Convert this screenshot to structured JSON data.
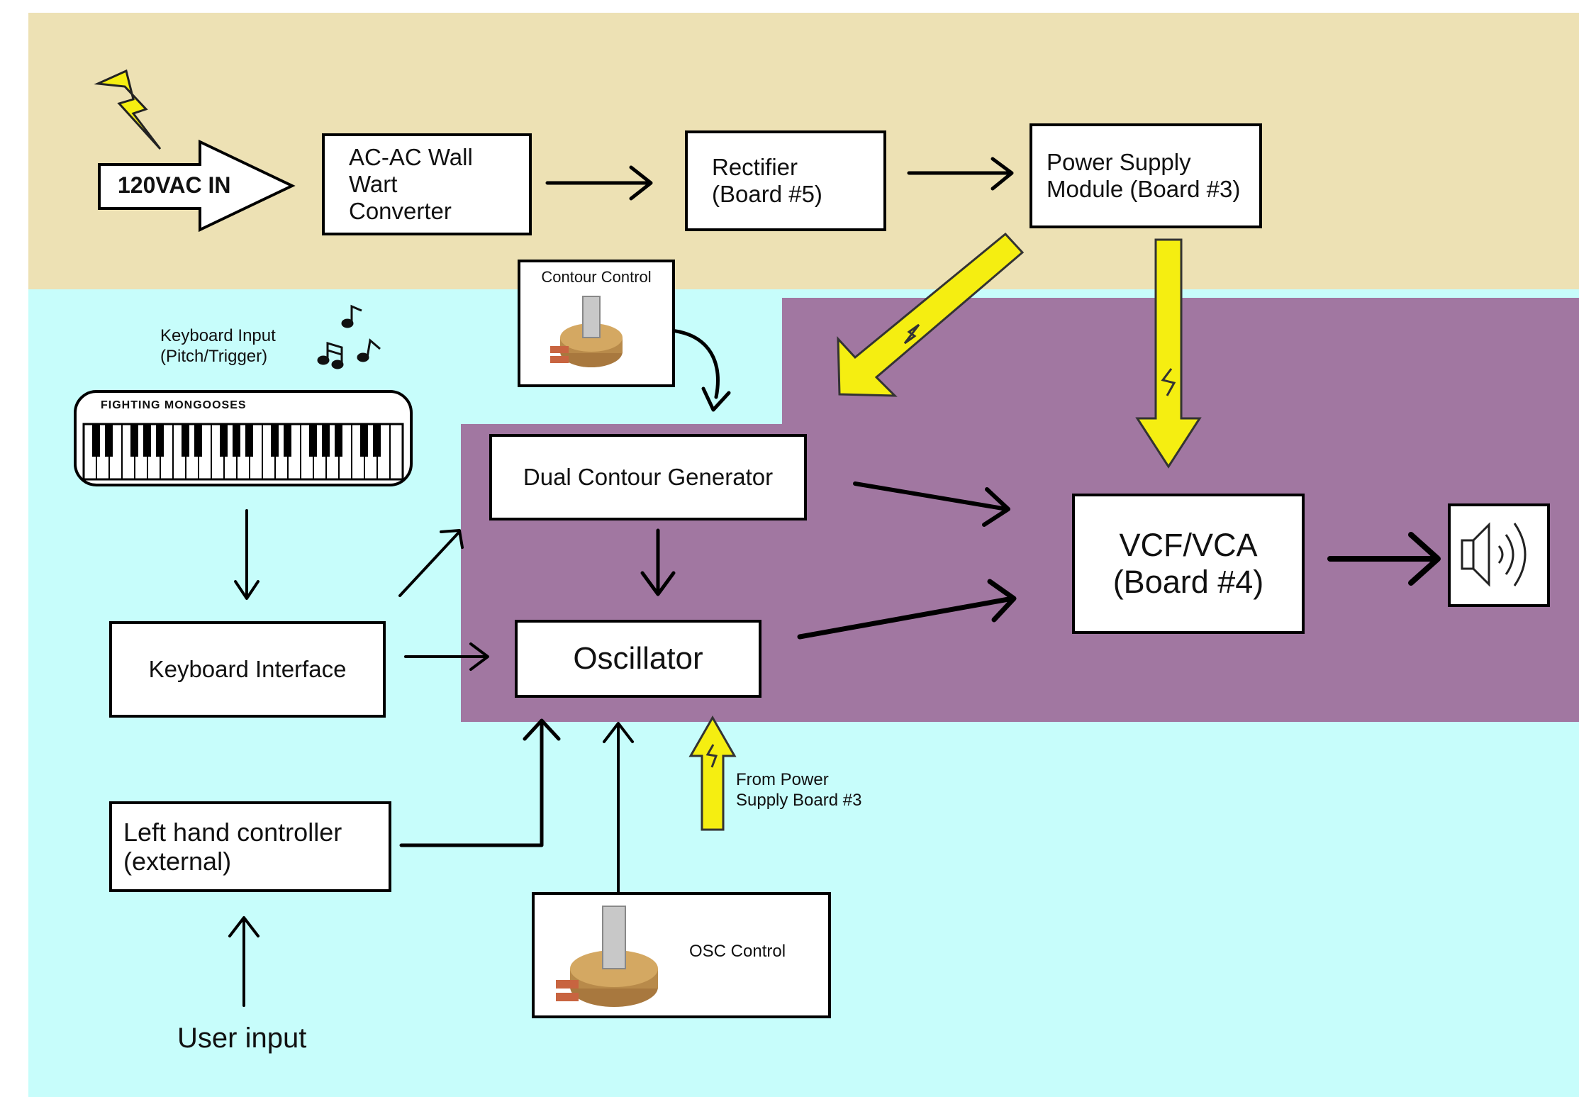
{
  "colors": {
    "power_region": "#ede1b4",
    "input_region": "#c7fdfb",
    "signal_region": "#a177a1",
    "power_arrow": "#f5ee11",
    "line": "#000000"
  },
  "input_power": {
    "label": "120VAC IN"
  },
  "blocks": {
    "wall_wart": "AC-AC Wall\nWart Converter",
    "rectifier": "Rectifier\n(Board #5)",
    "power_supply": "Power Supply\nModule (Board #3)",
    "dual_contour": "Dual Contour Generator",
    "oscillator": "Oscillator",
    "vcf_vca": "VCF/VCA\n(Board #4)",
    "keyboard_interface": "Keyboard Interface",
    "left_hand": "Left hand controller\n(external)"
  },
  "labels": {
    "contour_control": "Contour Control",
    "keyboard_input": "Keyboard Input\n(Pitch/Trigger)",
    "keyboard_brand": "FIGHTING MONGOOSES",
    "from_power": "From Power\nSupply Board #3",
    "osc_control": "OSC Control",
    "user_input": "User input"
  },
  "icons": [
    "lightning-bolt-icon",
    "music-notes-icon",
    "keyboard-icon",
    "potentiometer-icon",
    "speaker-icon"
  ]
}
